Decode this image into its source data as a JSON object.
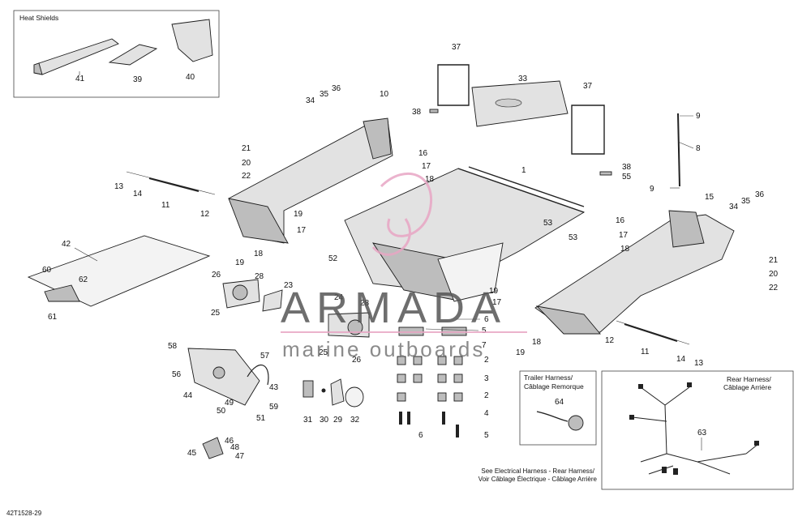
{
  "doc_id": "42T1528-29",
  "boxes": {
    "heat_shields_title": "Heat Shields",
    "trailer_title_1": "Trailer Harness/",
    "trailer_title_2": "Câblage Remorque",
    "rear_title_1": "Rear Harness/",
    "rear_title_2": "Câblage Arrière",
    "see_note_1": "See Electrical Harness - Rear Harness/",
    "see_note_2": "Voir Câblage Électrique - Câblage Arrière"
  },
  "watermark": {
    "main": "ARMADA",
    "sub": "marine outboards"
  },
  "callouts": {
    "c41": "41",
    "c39": "39",
    "c40": "40",
    "c37a": "37",
    "c37b": "37",
    "c33": "33",
    "c38a": "38",
    "c38b": "38",
    "c55": "55",
    "c9a": "9",
    "c9b": "9",
    "c8": "8",
    "c34a": "34",
    "c35a": "35",
    "c36a": "36",
    "c10": "10",
    "c21a": "21",
    "c20a": "20",
    "c22a": "22",
    "c13a": "13",
    "c14a": "14",
    "c11a": "11",
    "c12a": "12",
    "c16a": "16",
    "c17a": "17",
    "c18a": "18",
    "c1": "1",
    "c19a": "19",
    "c17b": "17",
    "c19b": "19",
    "c18b": "18",
    "c42": "42",
    "c60": "60",
    "c62": "62",
    "c61": "61",
    "c26a": "26",
    "c28a": "28",
    "c23": "23",
    "c25a": "25",
    "c24": "24",
    "c28b": "28",
    "c26b": "26",
    "c25b": "25",
    "c52": "52",
    "c53a": "53",
    "c53b": "53",
    "c19c": "19",
    "c17c": "17",
    "c16b": "16",
    "c17d": "17",
    "c18c": "18",
    "c15": "15",
    "c34b": "34",
    "c35b": "35",
    "c36b": "36",
    "c21b": "21",
    "c20b": "20",
    "c22b": "22",
    "c12b": "12",
    "c11b": "11",
    "c14b": "14",
    "c13b": "13",
    "c18d": "18",
    "c19d": "19",
    "c6a": "6",
    "c5a": "5",
    "c7": "7",
    "c2a": "2",
    "c3": "3",
    "c2b": "2",
    "c4": "4",
    "c6b": "6",
    "c5b": "5",
    "c58": "58",
    "c57": "57",
    "c56": "56",
    "c43": "43",
    "c44": "44",
    "c49": "49",
    "c59": "59",
    "c50": "50",
    "c51": "51",
    "c46": "46",
    "c48": "48",
    "c45": "45",
    "c47": "47",
    "c31": "31",
    "c30": "30",
    "c29": "29",
    "c32": "32",
    "c64": "64",
    "c63": "63"
  },
  "colors": {
    "watermark_pink": "#e8a6c4",
    "ink": "#1a1a1a",
    "part_fill": "#e2e2e2"
  }
}
